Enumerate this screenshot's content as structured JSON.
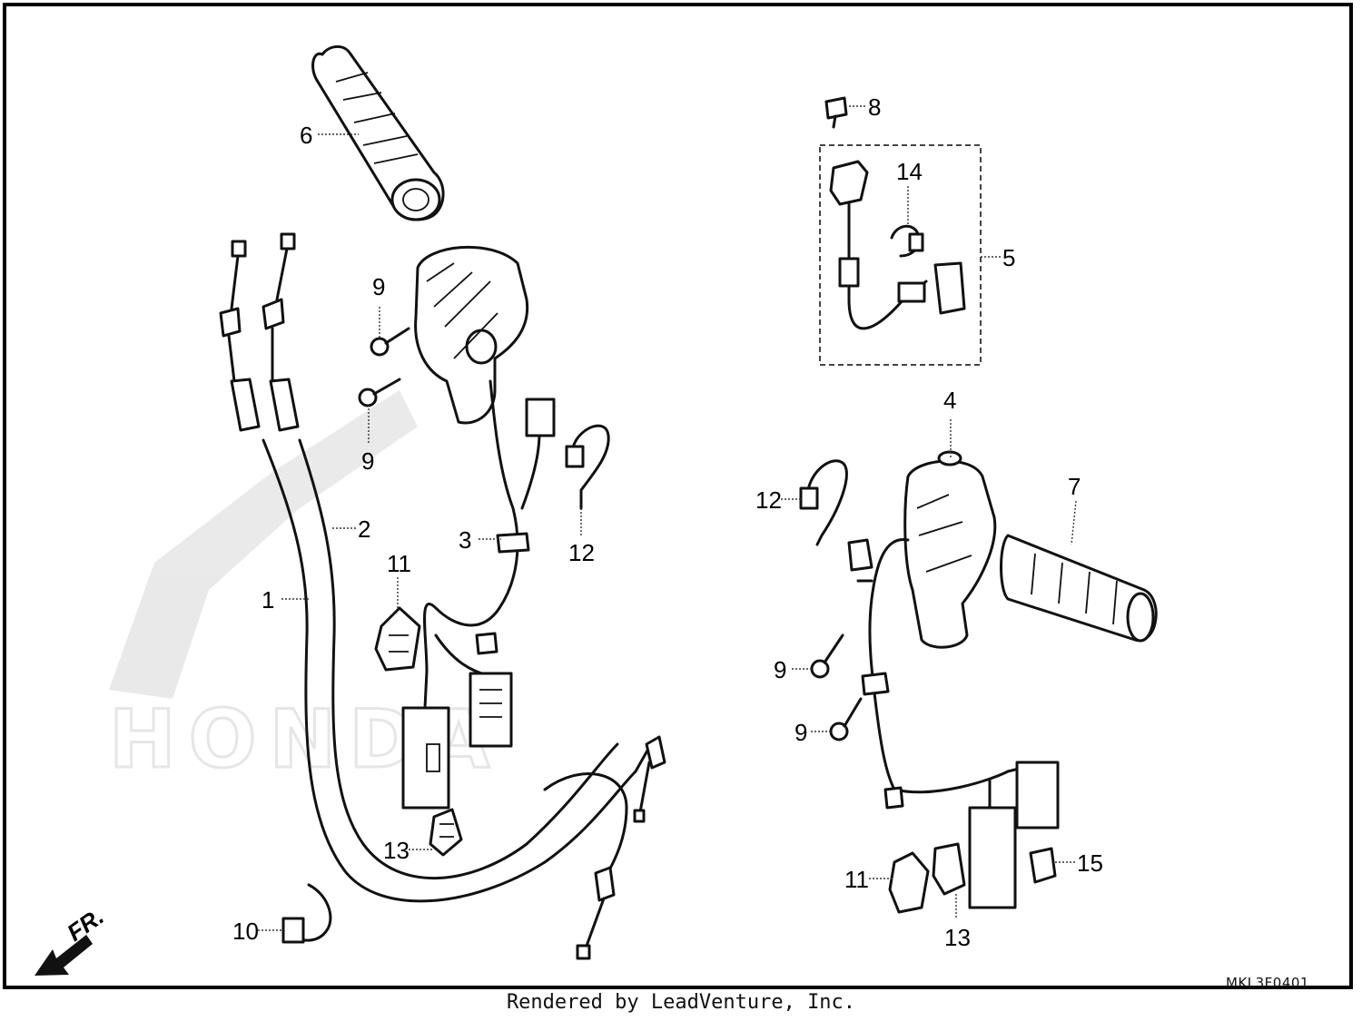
{
  "footer": {
    "credit": "Rendered by LeadVenture, Inc.",
    "diagram_code": "MKL3F0401"
  },
  "watermark": {
    "brand": "HONDA"
  },
  "direction_marker": {
    "label": "FR."
  },
  "callouts": [
    {
      "id": "callout-1",
      "label": "1"
    },
    {
      "id": "callout-2",
      "label": "2"
    },
    {
      "id": "callout-3",
      "label": "3"
    },
    {
      "id": "callout-4",
      "label": "4"
    },
    {
      "id": "callout-5",
      "label": "5"
    },
    {
      "id": "callout-6",
      "label": "6"
    },
    {
      "id": "callout-7",
      "label": "7"
    },
    {
      "id": "callout-8",
      "label": "8"
    },
    {
      "id": "callout-9a",
      "label": "9"
    },
    {
      "id": "callout-9b",
      "label": "9"
    },
    {
      "id": "callout-9c",
      "label": "9"
    },
    {
      "id": "callout-9d",
      "label": "9"
    },
    {
      "id": "callout-10",
      "label": "10"
    },
    {
      "id": "callout-11a",
      "label": "11"
    },
    {
      "id": "callout-11b",
      "label": "11"
    },
    {
      "id": "callout-12a",
      "label": "12"
    },
    {
      "id": "callout-12b",
      "label": "12"
    },
    {
      "id": "callout-13a",
      "label": "13"
    },
    {
      "id": "callout-13b",
      "label": "13"
    },
    {
      "id": "callout-14",
      "label": "14"
    },
    {
      "id": "callout-15",
      "label": "15"
    }
  ]
}
